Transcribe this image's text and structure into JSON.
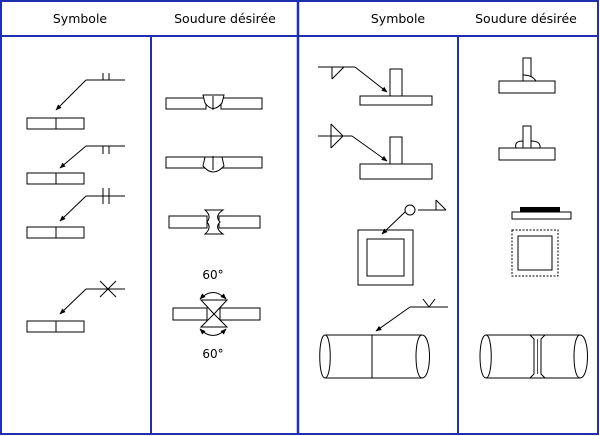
{
  "headers": {
    "left_symbol": "Symbole",
    "left_weld": "Soudure désirée",
    "right_symbol": "Symbole",
    "right_weld": "Soudure désirée"
  },
  "angles": {
    "top": "60°",
    "bottom": "60°"
  },
  "colors": {
    "frame": "#1f2fb0",
    "line": "#000000"
  }
}
